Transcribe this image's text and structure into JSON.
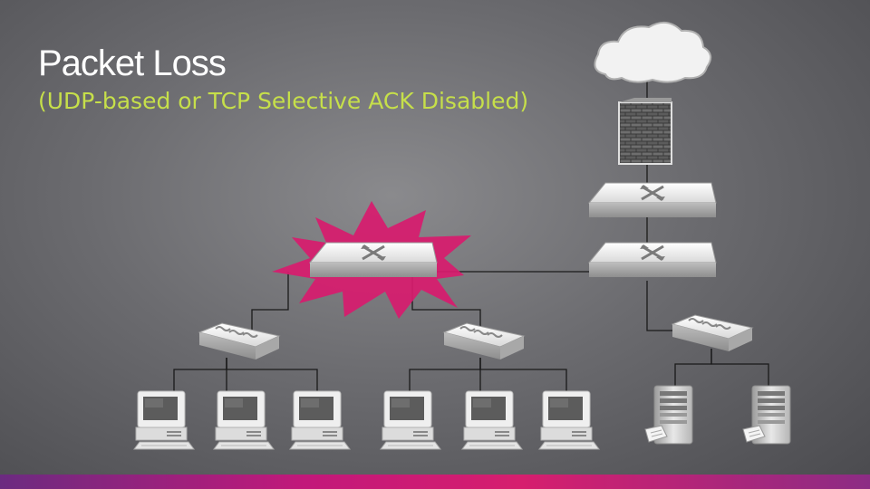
{
  "slide": {
    "title": "Packet Loss",
    "subtitle": "(UDP-based or TCP Selective ACK Disabled)"
  },
  "colors": {
    "title": "#ffffff",
    "subtitle": "#c6df4a",
    "burst": "#d81b6e",
    "line": "#1a1a1a",
    "bottom_bar": "#c2187a"
  },
  "diagram": {
    "icons": [
      "cloud-icon",
      "firewall-icon",
      "router-icon",
      "switch-icon",
      "hub-icon",
      "computer-icon",
      "server-icon",
      "burst-icon"
    ],
    "packet_loss_location": "left-switch"
  }
}
